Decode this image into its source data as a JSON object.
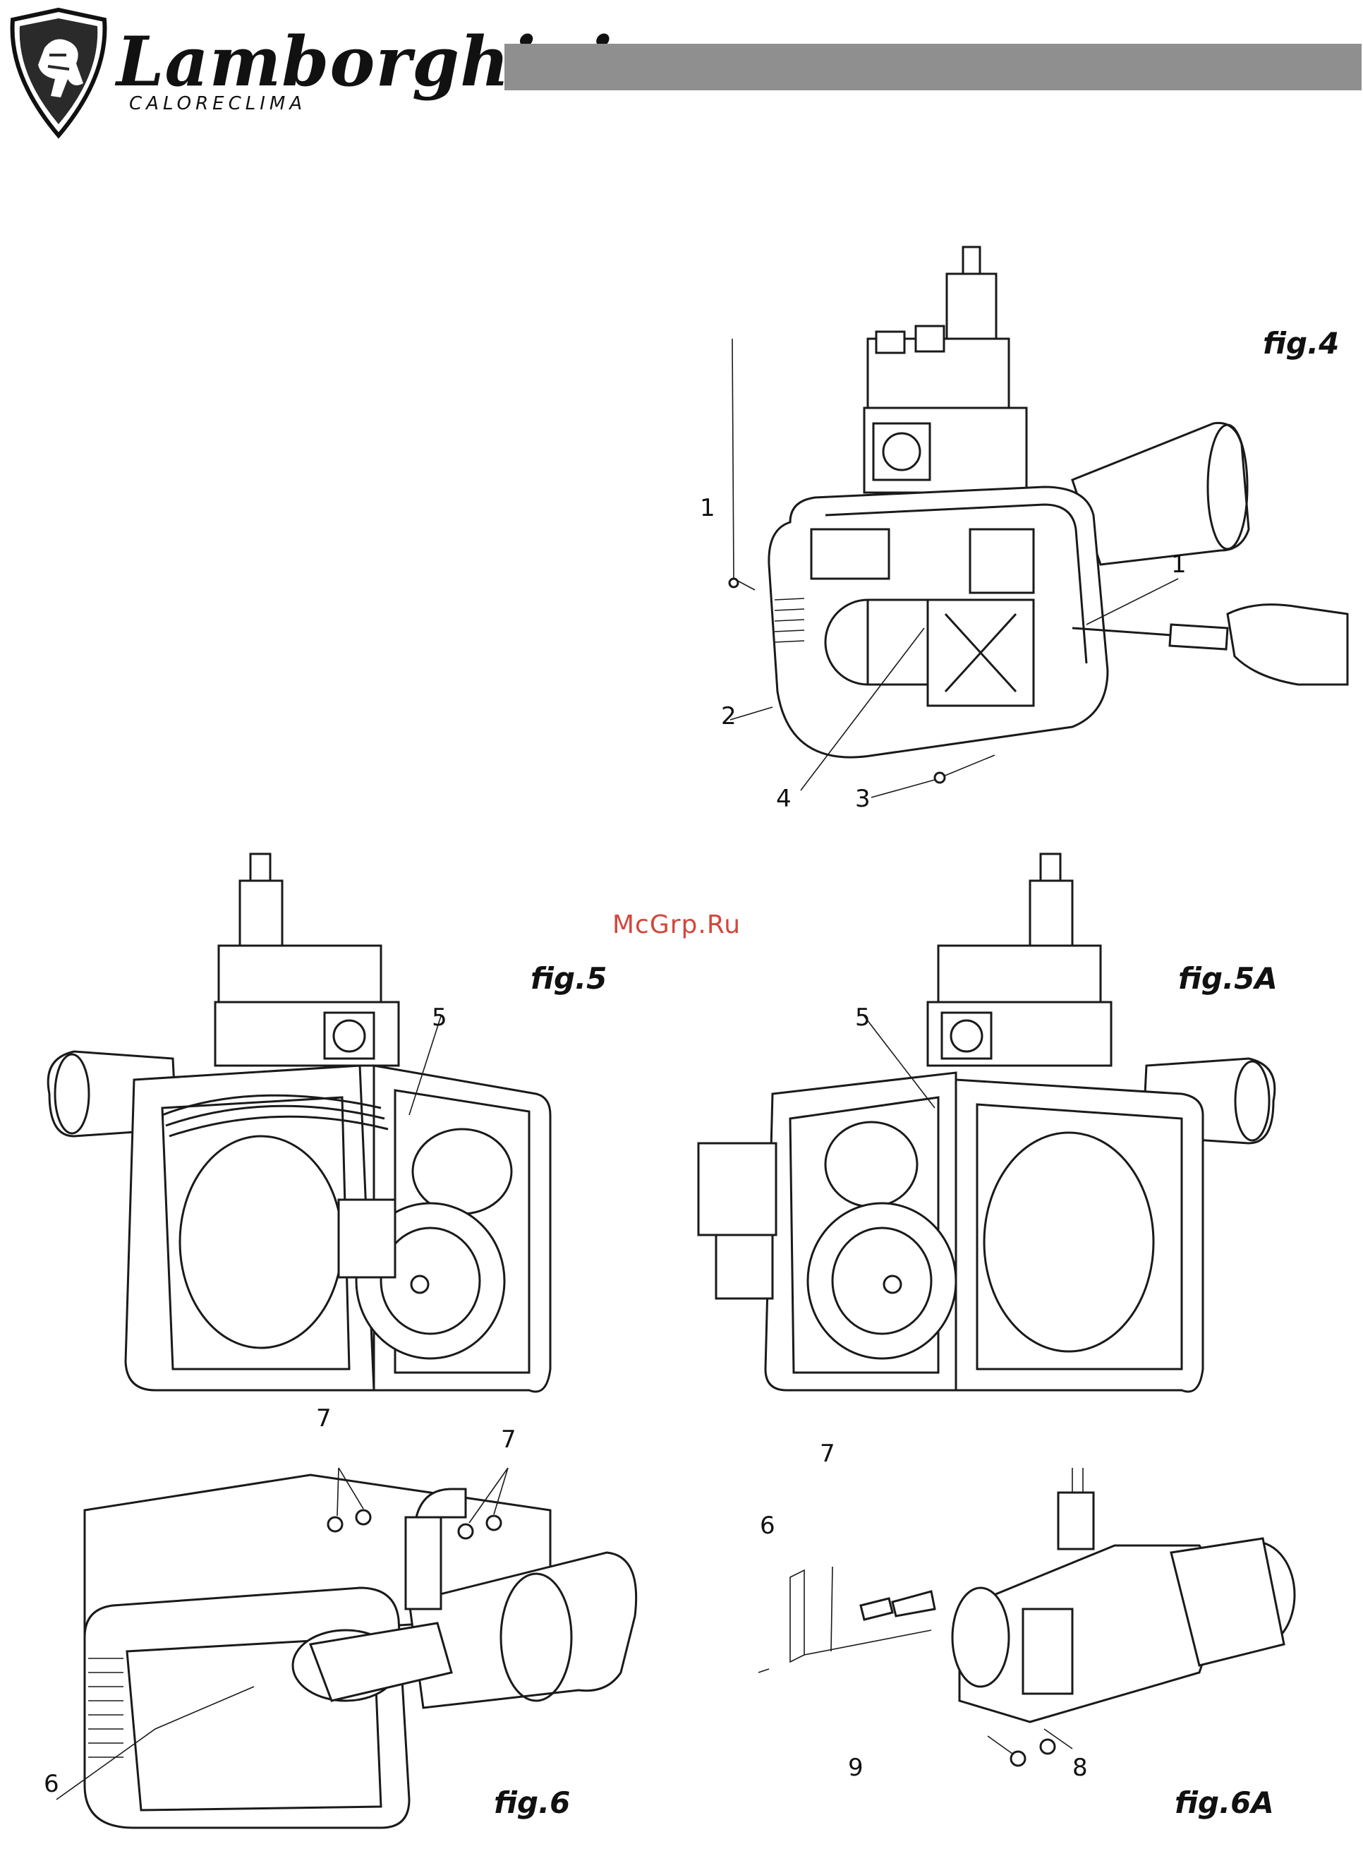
{
  "header": {
    "brand": "Lamborghini",
    "sub_brand": "CALORECLIMA",
    "accent_bar_color": "#8f8f8f"
  },
  "watermark": {
    "text": "McGrp.Ru",
    "color": "#d2473c"
  },
  "figures": [
    {
      "id": "fig4",
      "label": "fig.4",
      "callouts": [
        "1",
        "1",
        "2",
        "3",
        "4"
      ]
    },
    {
      "id": "fig5",
      "label": "fig.5",
      "callouts": [
        "5"
      ]
    },
    {
      "id": "fig5a",
      "label": "fig.5A",
      "callouts": [
        "5"
      ]
    },
    {
      "id": "fig6",
      "label": "fig.6",
      "callouts": [
        "7",
        "7",
        "6"
      ]
    },
    {
      "id": "fig6a",
      "label": "fig.6A",
      "callouts": [
        "7",
        "6",
        "9",
        "8"
      ]
    }
  ]
}
